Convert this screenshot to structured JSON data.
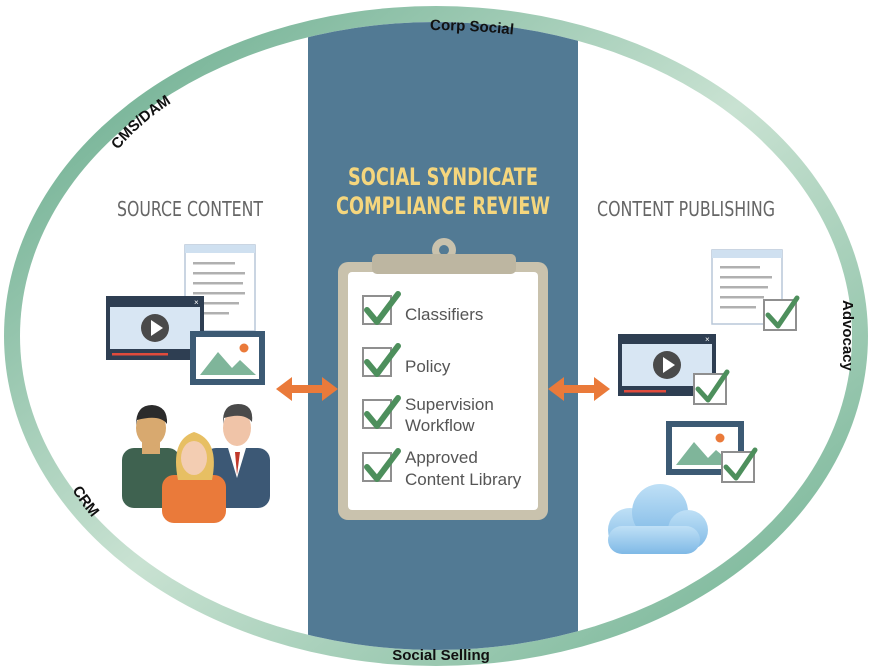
{
  "ring": {
    "top": "Corp Social",
    "upper_left": "CMS/DAM",
    "right": "Advocacy",
    "lower_left": "CRM",
    "bottom": "Social Selling"
  },
  "left": {
    "title": "SOURCE CONTENT"
  },
  "center": {
    "title_line1": "SOCIAL SYNDICATE",
    "title_line2": "COMPLIANCE REVIEW",
    "checklist": [
      {
        "line1": "Classifiers",
        "line2": ""
      },
      {
        "line1": "Policy",
        "line2": ""
      },
      {
        "line1": "Supervision",
        "line2": "Workflow"
      },
      {
        "line1": "Approved",
        "line2": "Content Library"
      }
    ]
  },
  "right": {
    "title": "CONTENT PUBLISHING"
  },
  "icons": {
    "doc_left": "document-icon",
    "video_left": "video-player-icon",
    "image_left": "image-icon",
    "people": "people-icon",
    "doc_right": "document-icon",
    "video_right": "video-player-icon",
    "image_right": "image-icon",
    "cloud": "cloud-icon",
    "arrow": "double-arrow-icon",
    "check": "checkmark-icon"
  },
  "colors": {
    "ring": "#7fb59a",
    "band": "#527a94",
    "title_gold": "#f5d67d",
    "arrow": "#ea7a3a",
    "check": "#4d8f5c",
    "section_title": "#666666"
  }
}
